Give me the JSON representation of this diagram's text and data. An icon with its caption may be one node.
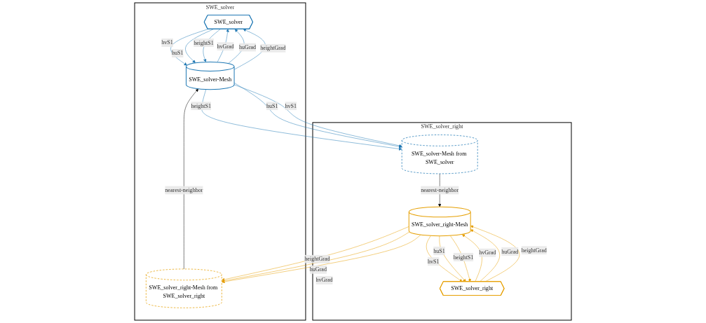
{
  "diagram": {
    "nodes": [
      {
        "text": [
          "SWE_solver"
        ]
      },
      {
        "text": [
          "SWE_solver"
        ],
        "in": 0
      },
      {
        "text": [
          "SWE_solver-Mesh"
        ],
        "in": 0
      },
      {
        "text": [
          "SWE_solver_right-Mesh from SWE_solver_right"
        ],
        "in": 0
      },
      {
        "text": [
          "SWE_solver_right"
        ]
      },
      {
        "text": [
          "SWE_solver_right"
        ],
        "in": 4
      },
      {
        "text": [
          "SWE_solver-Mesh from SWE_solver"
        ],
        "in": 4
      },
      {
        "text": [
          "SWE_solver_right-Mesh"
        ],
        "in": 4
      }
    ],
    "edges": [
      {
        "from": 2,
        "to": 1,
        "label": "hvGrad",
        "arrow": "to",
        "color": "#1f78b4"
      },
      {
        "from": 2,
        "to": 1,
        "label": "huGrad",
        "arrow": "to",
        "color": "#1f78b4"
      },
      {
        "from": 2,
        "to": 1,
        "label": "heightGrad",
        "arrow": "to",
        "color": "#1f78b4"
      },
      {
        "from": 1,
        "to": 2,
        "label": "hvS1",
        "arrow": "to",
        "color": "#1f78b4"
      },
      {
        "from": 1,
        "to": 2,
        "label": "huS1",
        "arrow": "to",
        "color": "#1f78b4"
      },
      {
        "from": 1,
        "to": 2,
        "label": "heightS1",
        "arrow": "to",
        "color": "#1f78b4"
      },
      {
        "from": 3,
        "to": 2,
        "label": "nearest-neighbor",
        "arrow": "to",
        "color": "#000000"
      },
      {
        "from": 2,
        "to": 6,
        "label": "heightS1",
        "arrow": "to",
        "color": "#1f78b4"
      },
      {
        "from": 2,
        "to": 6,
        "label": "huS1",
        "arrow": "to",
        "color": "#1f78b4"
      },
      {
        "from": 2,
        "to": 6,
        "label": "hvS1",
        "arrow": "to",
        "color": "#1f78b4"
      },
      {
        "from": 7,
        "to": 5,
        "label": "hvS1",
        "arrow": "to",
        "color": "#e69f00"
      },
      {
        "from": 7,
        "to": 5,
        "label": "huS1",
        "arrow": "to",
        "color": "#e69f00"
      },
      {
        "from": 7,
        "to": 5,
        "label": "heightS1",
        "arrow": "to",
        "color": "#e69f00"
      },
      {
        "from": 5,
        "to": 7,
        "label": "hvGrad",
        "arrow": "to",
        "color": "#e69f00"
      },
      {
        "from": 5,
        "to": 7,
        "label": "huGrad",
        "arrow": "to",
        "color": "#e69f00"
      },
      {
        "from": 5,
        "to": 7,
        "label": "heightGrad",
        "arrow": "to",
        "color": "#e69f00"
      },
      {
        "from": 6,
        "to": 7,
        "label": "nearest-neighbor",
        "arrow": "to",
        "color": "#000000"
      },
      {
        "from": 7,
        "to": 3,
        "label": "heightGrad",
        "arrow": "to",
        "color": "#e69f00"
      },
      {
        "from": 7,
        "to": 3,
        "label": "huGrad",
        "arrow": "to",
        "color": "#e69f00"
      },
      {
        "from": 7,
        "to": 3,
        "label": "hvGrad",
        "arrow": "to",
        "color": "#e69f00"
      }
    ]
  }
}
